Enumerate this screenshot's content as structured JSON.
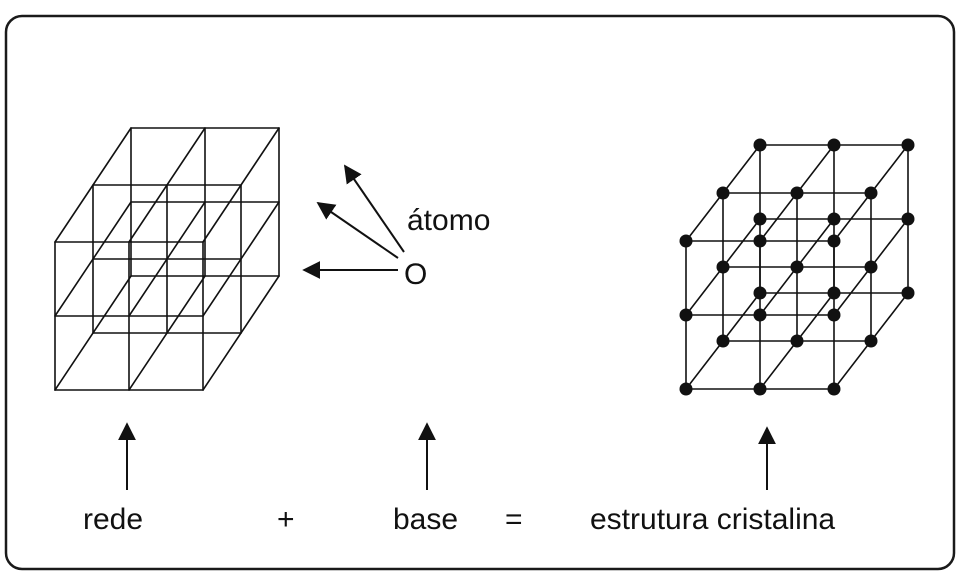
{
  "labels": {
    "lattice": "rede",
    "plus": "+",
    "basis": "base",
    "equals": "=",
    "crystal": "estrutura cristalina",
    "atom_caption": "átomo",
    "atom_symbol": "O"
  },
  "colors": {
    "ink": "#111111",
    "background": "#ffffff",
    "frame": "#1a1a1a"
  }
}
